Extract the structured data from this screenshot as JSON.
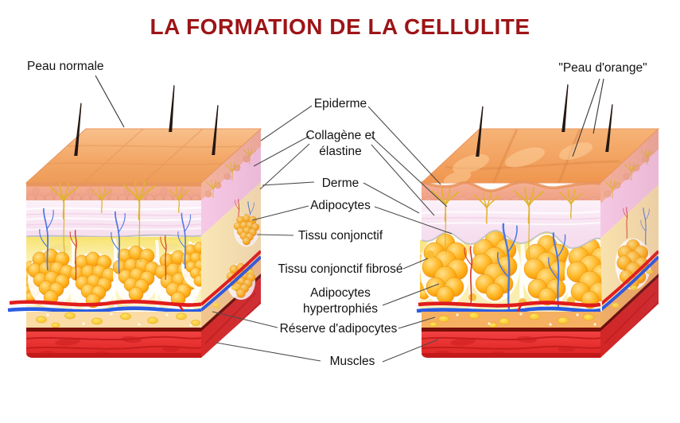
{
  "title": "LA FORMATION DE LA CELLULITE",
  "panels": {
    "normal": {
      "caption": "Peau normale"
    },
    "cellulite": {
      "caption": "\"Peau d'orange\""
    }
  },
  "labels": {
    "epiderme": "Epiderme",
    "collagene_elastine": "Collagène et élastine",
    "derme": "Derme",
    "adipocytes": "Adipocytes",
    "tissu_conjonctif": "Tissu conjonctif",
    "tissu_conjonctif_fibrose": "Tissu conjonctif fibrosé",
    "adipocytes_hypertrophies": "Adipocytes hypertrophiés",
    "reserve_adipocytes": "Réserve d'adipocytes",
    "muscles": "Muscles"
  },
  "colors": {
    "title_text": "#9D1417",
    "label_text": "#121212",
    "leader_line": "#4B4B4B",
    "skin_surface": "#F3A868",
    "epidermis": "#F1A78E",
    "dermis": "#F9E8F3",
    "fat_cell": "#FFB21A",
    "connective_tissue": "#FFFFFF",
    "artery": "#E01C1C",
    "vein": "#2A5BE2",
    "fat_reserve_left": "#FBDCA6",
    "fat_reserve_right": "#F5B061",
    "muscle": "#E62C2C"
  }
}
